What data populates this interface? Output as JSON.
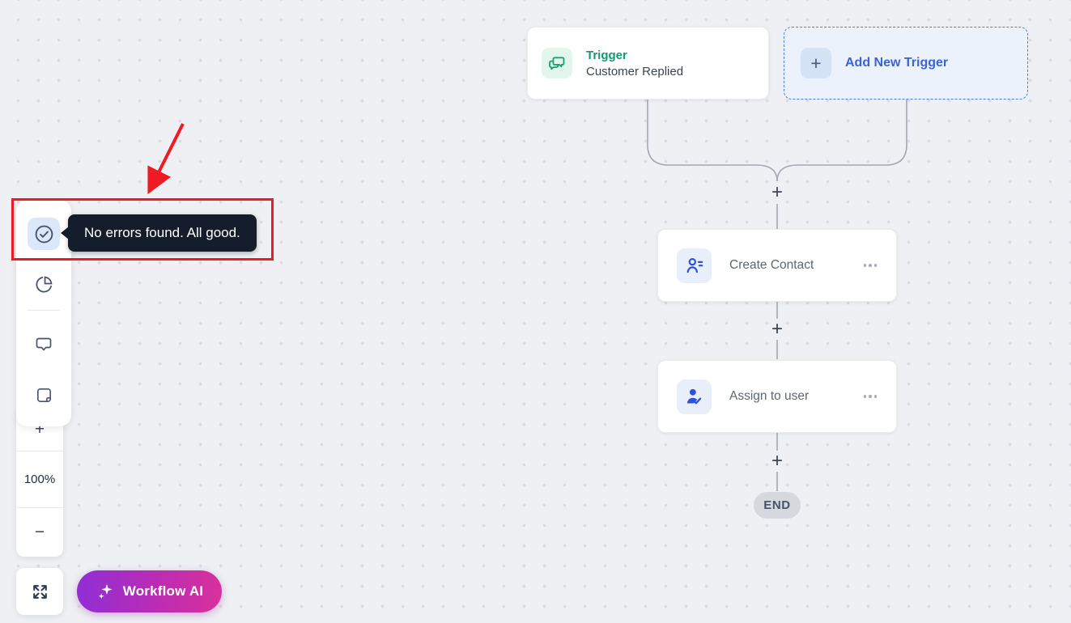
{
  "colors": {
    "background": "#eef0f3",
    "accent_green": "#12996f",
    "accent_blue": "#3b63d9",
    "annotation_red": "#ee1b24",
    "tooltip_bg": "#131d2b",
    "ai_gradient_start": "#8f2ed6",
    "ai_gradient_end": "#d9309b"
  },
  "trigger_card": {
    "type_label": "Trigger",
    "event_label": "Customer Replied",
    "icon": "chat-reply-icon"
  },
  "add_trigger_card": {
    "label": "Add New Trigger",
    "plus_symbol": "+",
    "icon": "plus-icon"
  },
  "actions": [
    {
      "label": "Create Contact",
      "icon": "contact-add-icon"
    },
    {
      "label": "Assign to user",
      "icon": "user-check-icon"
    }
  ],
  "connectors": {
    "add_step_symbol": "+"
  },
  "end_node": {
    "label": "END"
  },
  "toolbar": {
    "items": [
      "validation-check",
      "pie-chart",
      "comments",
      "notes"
    ]
  },
  "tooltip": {
    "text": "No errors found. All good."
  },
  "zoom_controls": {
    "zoom_in_symbol": "+",
    "level": "100%",
    "zoom_out_symbol": "−"
  },
  "workflow_ai": {
    "label": "Workflow AI"
  }
}
